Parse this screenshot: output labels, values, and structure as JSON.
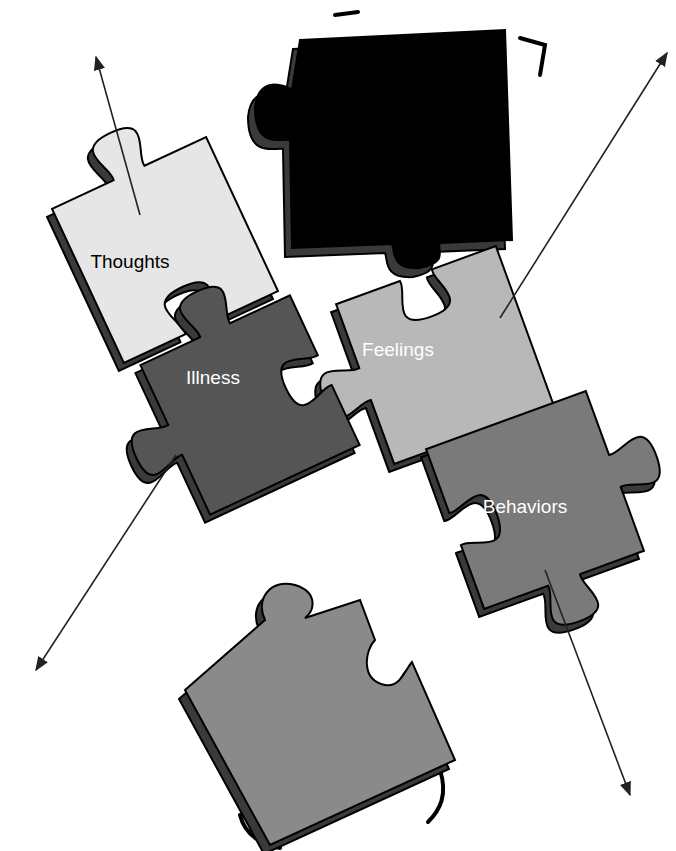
{
  "diagram": {
    "nodes": [
      {
        "text": [
          "Thoughts"
        ]
      },
      {
        "text": [
          "Illness"
        ]
      },
      {
        "text": [
          "Feelings"
        ]
      },
      {
        "text": [
          "Behaviors"
        ]
      }
    ]
  }
}
